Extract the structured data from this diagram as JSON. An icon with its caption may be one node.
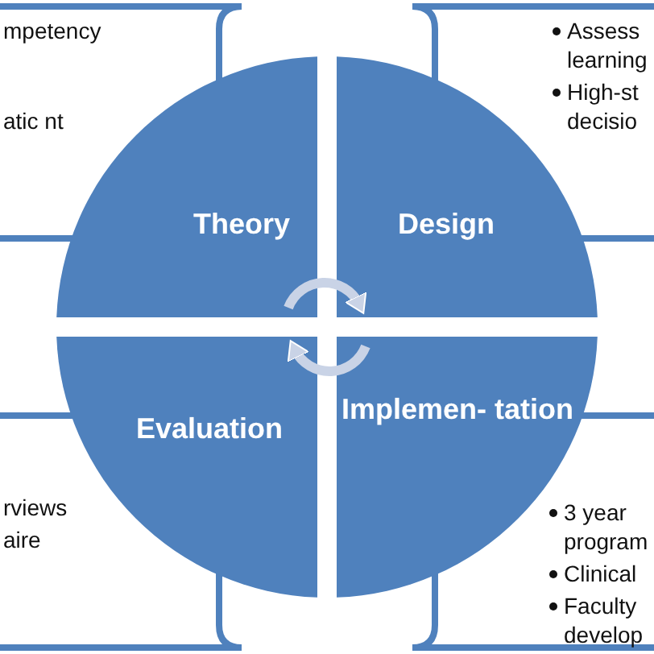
{
  "diagram": {
    "nodes": [
      {
        "text": [
          "Theory"
        ]
      },
      {
        "text": [
          "Design"
        ]
      },
      {
        "text": [
          "Evaluation"
        ]
      },
      {
        "text": [
          "Implemen- tation"
        ]
      },
      {
        "text": [
          "mpetency",
          "atic nt"
        ]
      },
      {
        "text": [
          "Assess learning",
          "High-st decisio"
        ]
      },
      {
        "text": [
          "rviews",
          "aire"
        ]
      },
      {
        "text": [
          "3 year program",
          "Clinical",
          "Faculty develop"
        ]
      }
    ],
    "edges": [
      {
        "from": 0,
        "to": 1,
        "arrow": "to"
      },
      {
        "from": 3,
        "to": 2,
        "arrow": "to"
      }
    ]
  }
}
